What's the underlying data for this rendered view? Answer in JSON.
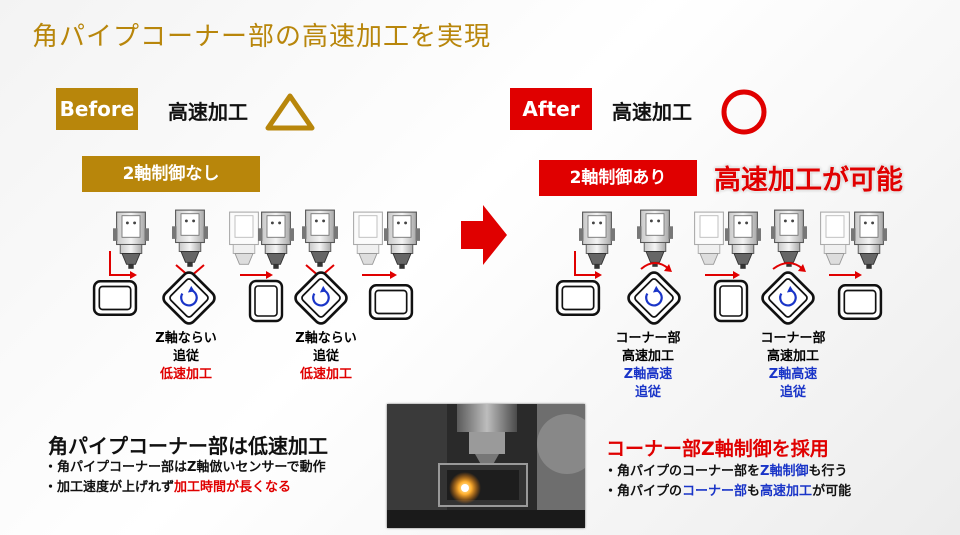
{
  "title": "角パイプコーナー部の高速加工を実現",
  "before": {
    "tag": "Before",
    "speed_label": "高速加工",
    "rating_symbol": "triangle",
    "control_band": "2軸制御なし",
    "step_caption": {
      "line1": "Z軸ならい",
      "line2": "追従",
      "line3": "低速加工"
    },
    "heading": "角パイプコーナー部は低速加工",
    "bullet1": "・角パイプコーナー部はZ軸倣いセンサーで動作",
    "bullet2_prefix": "・加工速度が上げれず",
    "bullet2_highlight": "加工時間が長くなる"
  },
  "after": {
    "tag": "After",
    "speed_label": "高速加工",
    "rating_symbol": "circle",
    "control_band": "2軸制御あり",
    "capable_label": "高速加工が可能",
    "step_caption": {
      "line1": "コーナー部",
      "line2": "高速加工",
      "line3": "Z軸高速",
      "line4": "追従"
    },
    "heading": "コーナー部Z軸制御を採用",
    "bullet1_prefix": "・角パイプのコーナー部を",
    "bullet1_highlight": "Z軸制御",
    "bullet1_suffix": "も行う",
    "bullet2_prefix": "・角パイプの",
    "bullet2_highlight1": "コーナー部",
    "bullet2_mid": "も",
    "bullet2_highlight2": "高速加工",
    "bullet2_suffix": "が可能"
  },
  "colors": {
    "gold": "#b8860b",
    "red": "#e00000",
    "blue": "#1a35c8"
  },
  "icons": {
    "transition_arrow": "red-right-arrow",
    "laser_head": "laser-head-icon",
    "pipe_profile": "square-pipe-icon"
  }
}
